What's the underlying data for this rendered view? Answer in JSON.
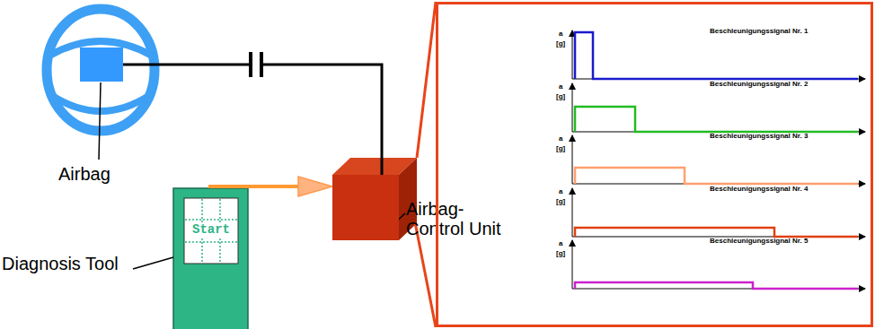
{
  "diagram": {
    "nodes": [
      {
        "text": [
          "Airbag"
        ]
      },
      {
        "text": [
          "Airbag-Control Unit"
        ]
      },
      {
        "text": [
          "Start",
          "Diagnosis Tool"
        ]
      },
      {
        "text": [
          "a",
          "[g]",
          "Beschleunigungssignal Nr. 1",
          "a",
          "[g]",
          "Beschleunigungssignal Nr. 2",
          "a",
          "[g]",
          "Beschleunigungssignal Nr. 3",
          "a",
          "[g]",
          "Beschleunigungssignal Nr. 4",
          "a",
          "[g]",
          "Beschleunigungssignal Nr. 5"
        ]
      }
    ],
    "edges": [
      {
        "from": 0,
        "to": 1,
        "arrow": "none"
      },
      {
        "from": 2,
        "to": 1,
        "arrow": "to"
      },
      {
        "from": 1,
        "to": 3,
        "arrow": "none"
      },
      {
        "from": 1,
        "to": 3,
        "arrow": "none"
      }
    ]
  }
}
